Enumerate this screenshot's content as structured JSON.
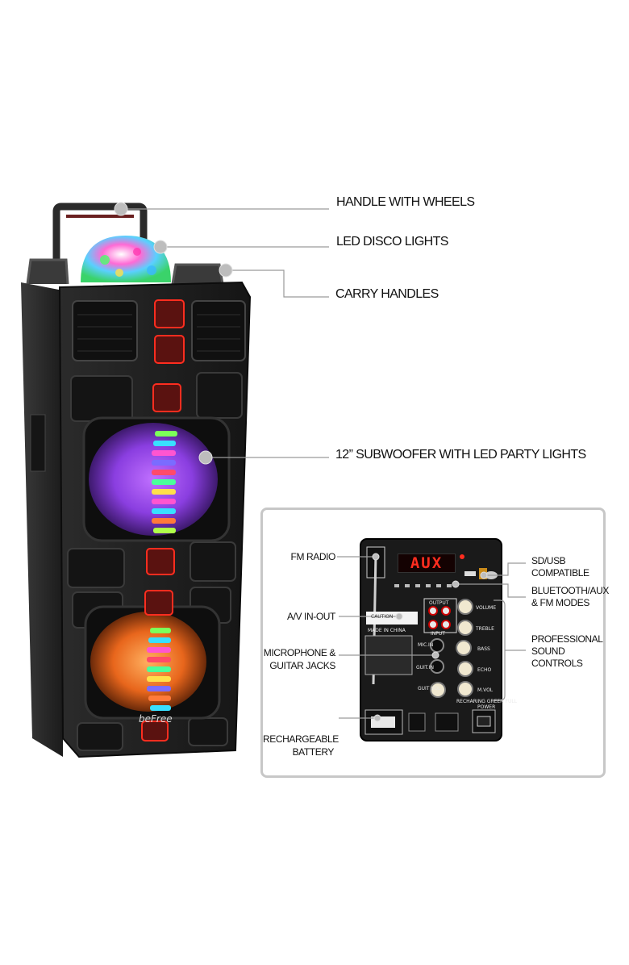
{
  "callouts": {
    "handle_wheels": "HANDLE WITH WHEELS",
    "led_disco": "LED DISCO LIGHTS",
    "carry_handles": "CARRY HANDLES",
    "subwoofer": "12” SUBWOOFER WITH LED PARTY LIGHTS"
  },
  "panel": {
    "fm_radio": "FM RADIO",
    "av_in_out": "A/V IN-OUT",
    "mic_guitar_1": "MICROPHONE &",
    "mic_guitar_2": "GUITAR JACKS",
    "battery_1": "RECHARGEABLE",
    "battery_2": "BATTERY",
    "sd_usb_1": "SD/USB",
    "sd_usb_2": "COMPATIBLE",
    "bt_modes_1": "BLUETOOTH/AUX",
    "bt_modes_2": "& FM MODES",
    "sound_1": "PROFESSIONAL",
    "sound_2": "SOUND",
    "sound_3": "CONTROLS",
    "display": "AUX",
    "made_in": "MADE IN CHINA",
    "caution": "CAUTION",
    "knobs": [
      "VOLUME",
      "TREBLE",
      "BASS",
      "ECHO",
      "M.VOL"
    ],
    "mic_jack": "MIC.IN",
    "guit_jack": "GUIT.IN",
    "guit_vol": "GUIT VOL",
    "output": "OUTPUT",
    "input": "INPUT",
    "power": "POWER",
    "recharging": "RECHARING GREEN FULL"
  },
  "brand": "beFree",
  "colors": {
    "background": "#ffffff",
    "callout_line": "#9a9a9a",
    "callout_dot": "#bdbdbd",
    "inset_border": "#c7c7c7",
    "speaker_body": "#1f1f1f",
    "led_red": "#ff2d1f",
    "woofer_top": "#8b3fe0",
    "woofer_bottom": "#e8661c"
  }
}
